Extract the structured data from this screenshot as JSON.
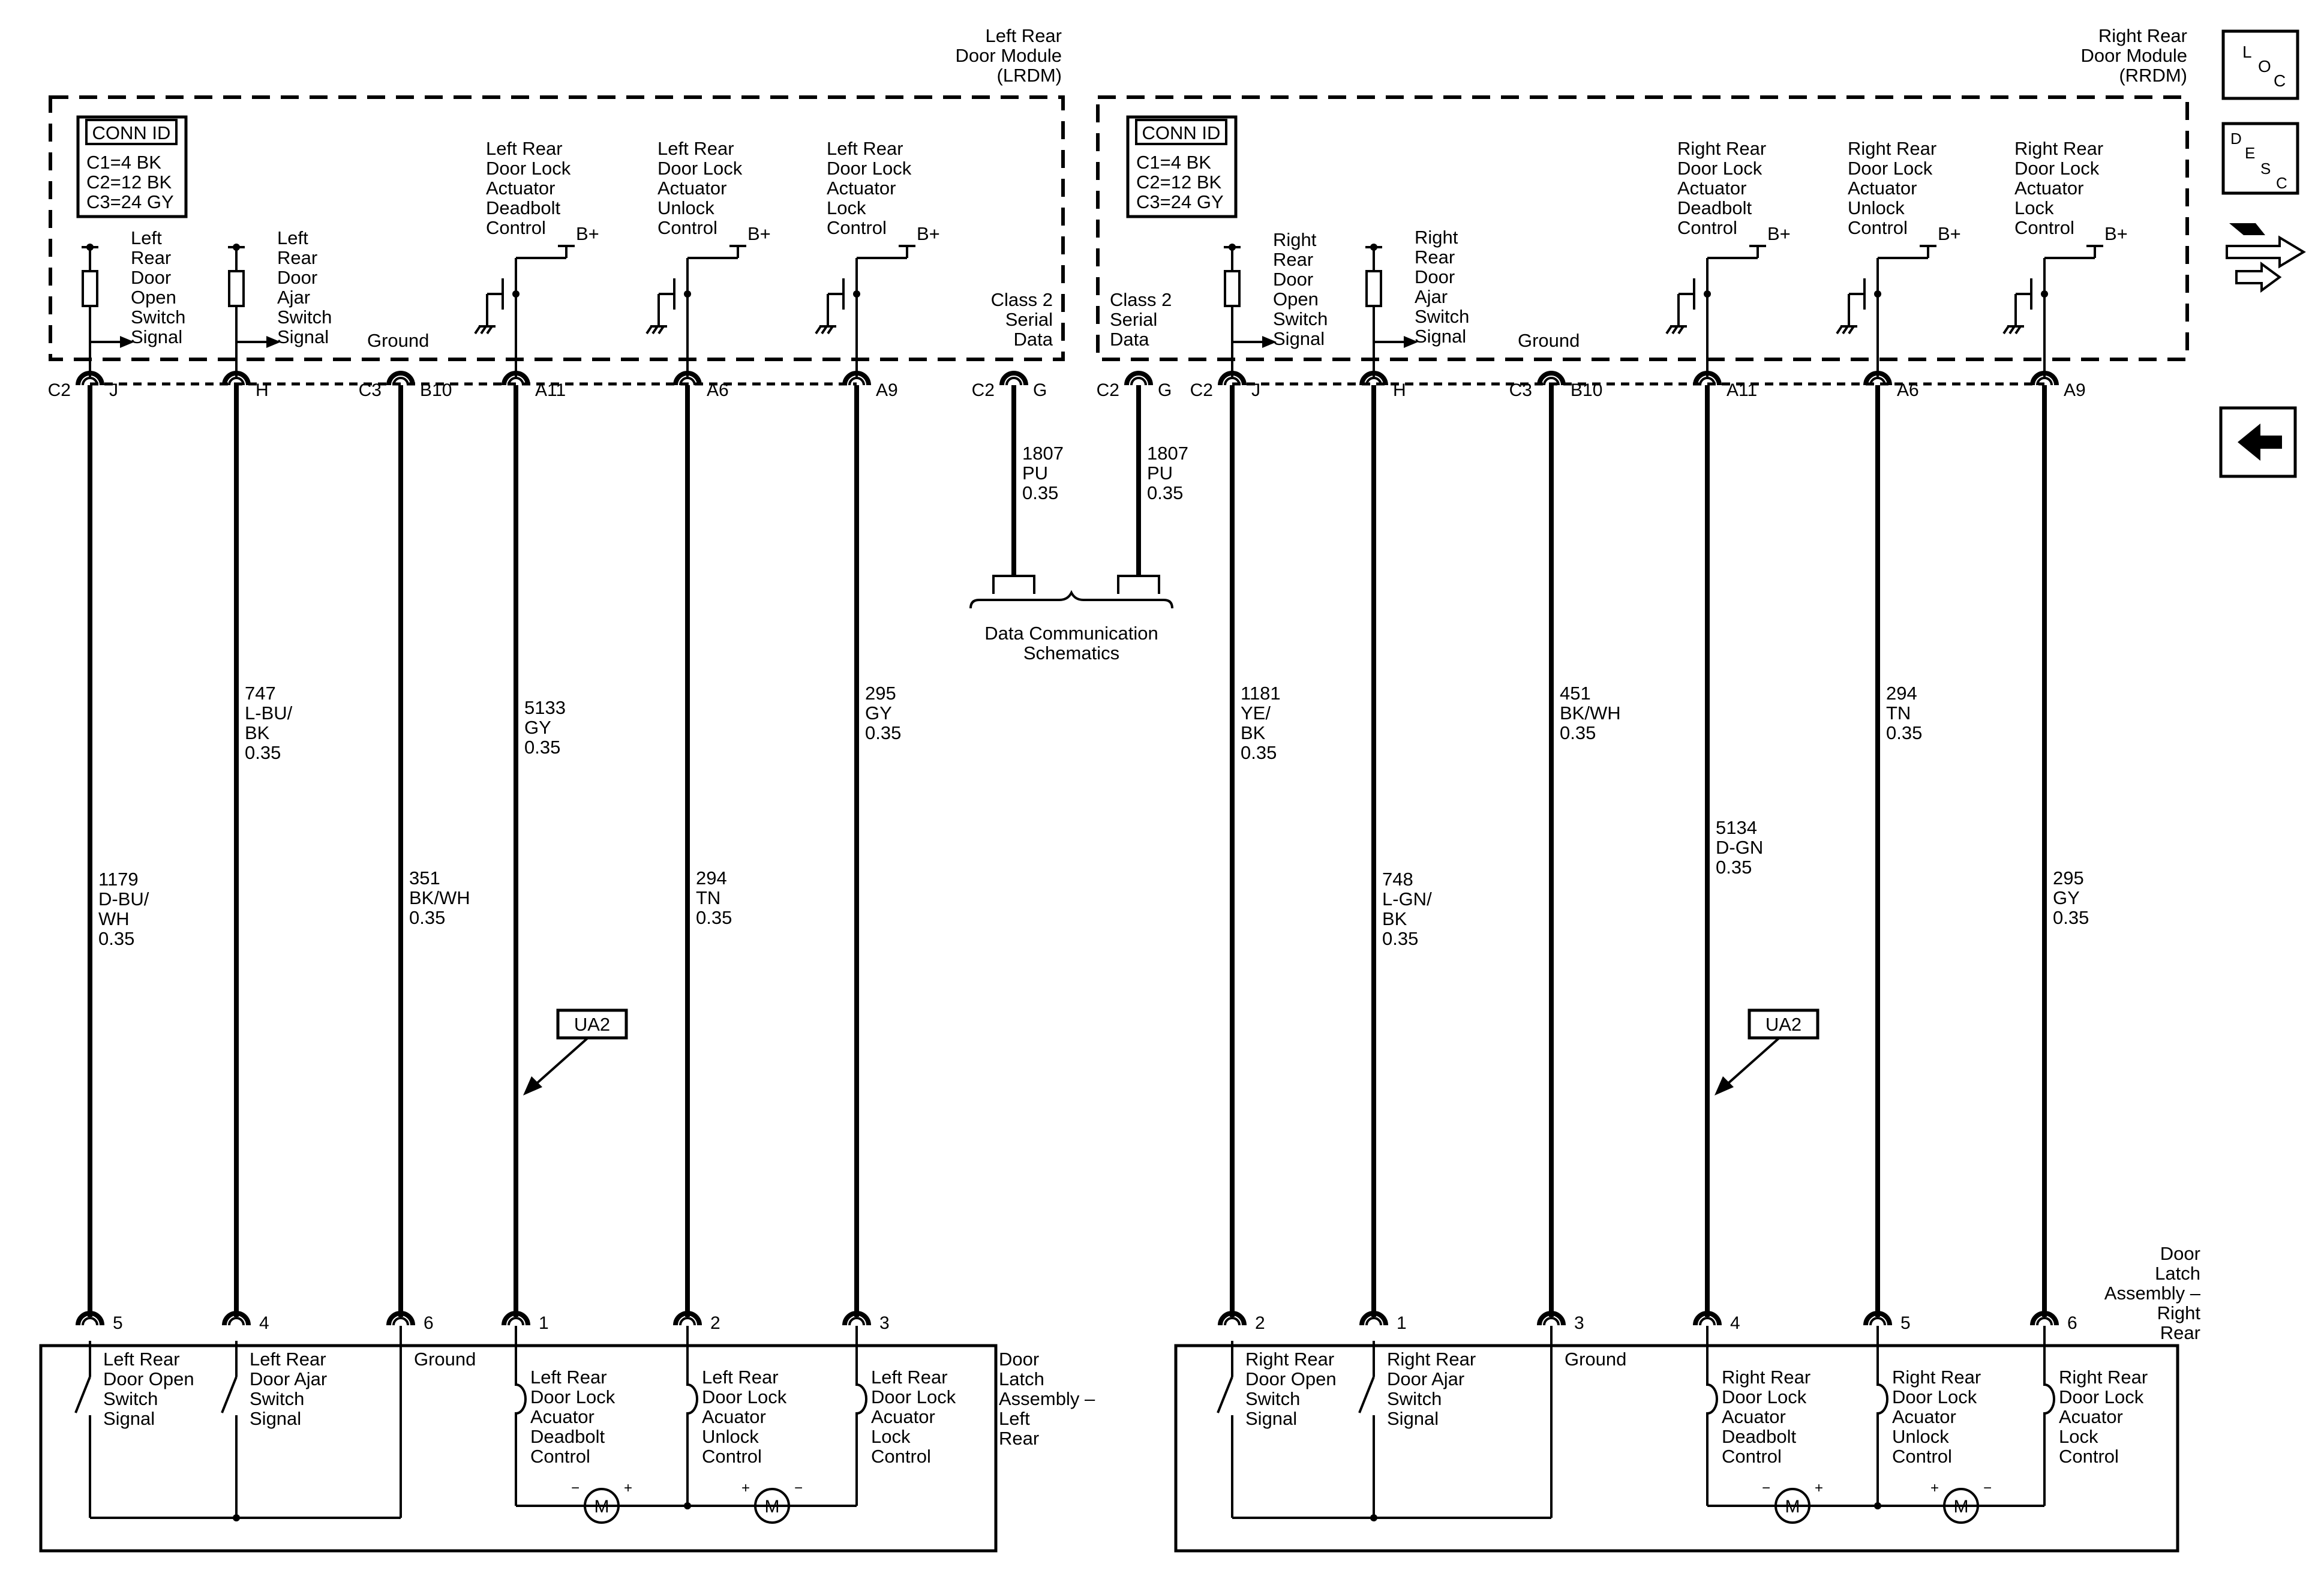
{
  "modules": {
    "left": {
      "title": [
        "Left Rear",
        "Door Module",
        "(LRDM)"
      ],
      "conn_id": {
        "header": "CONN ID",
        "lines": [
          "C1=4 BK",
          "C2=12 BK",
          "C3=24 GY"
        ]
      },
      "labels": {
        "door_open": [
          "Left",
          "Rear",
          "Door",
          "Open",
          "Switch",
          "Signal"
        ],
        "door_ajar": [
          "Left",
          "Rear",
          "Door",
          "Ajar",
          "Switch",
          "Signal"
        ],
        "ground": "Ground",
        "deadbolt": [
          "Left Rear",
          "Door Lock",
          "Actuator",
          "Deadbolt",
          "Control"
        ],
        "unlock": [
          "Left Rear",
          "Door Lock",
          "Actuator",
          "Unlock",
          "Control"
        ],
        "lock": [
          "Left Rear",
          "Door Lock",
          "Actuator",
          "Lock",
          "Control"
        ],
        "serial": [
          "Class 2",
          "Serial",
          "Data"
        ]
      },
      "connectors": {
        "door_open": [
          "C2",
          "J"
        ],
        "door_ajar": [
          "H"
        ],
        "ground": [
          "C3",
          "B10"
        ],
        "deadbolt": [
          "A11"
        ],
        "unlock": [
          "A6"
        ],
        "lock": [
          "A9"
        ],
        "serial": [
          "C2",
          "G"
        ]
      }
    },
    "right": {
      "title": [
        "Right Rear",
        "Door Module",
        "(RRDM)"
      ],
      "conn_id": {
        "header": "CONN ID",
        "lines": [
          "C1=4 BK",
          "C2=12 BK",
          "C3=24 GY"
        ]
      },
      "labels": {
        "door_open": [
          "Right",
          "Rear",
          "Door",
          "Open",
          "Switch",
          "Signal"
        ],
        "door_ajar": [
          "Right",
          "Rear",
          "Door",
          "Ajar",
          "Switch",
          "Signal"
        ],
        "ground": "Ground",
        "deadbolt": [
          "Right Rear",
          "Door Lock",
          "Actuator",
          "Deadbolt",
          "Control"
        ],
        "unlock": [
          "Right Rear",
          "Door Lock",
          "Actuator",
          "Unlock",
          "Control"
        ],
        "lock": [
          "Right Rear",
          "Door Lock",
          "Actuator",
          "Lock",
          "Control"
        ],
        "serial": [
          "Class 2",
          "Serial",
          "Data"
        ]
      },
      "connectors": {
        "door_open": [
          "C2",
          "J"
        ],
        "door_ajar": [
          "H"
        ],
        "ground": [
          "C3",
          "B10"
        ],
        "deadbolt": [
          "A11"
        ],
        "unlock": [
          "A6"
        ],
        "lock": [
          "A9"
        ],
        "serial": [
          "C2",
          "G"
        ]
      }
    }
  },
  "bplus": "B+",
  "wires": {
    "left_door_open": [
      "1179",
      "D-BU/",
      "WH",
      "0.35"
    ],
    "left_door_ajar": [
      "747",
      "L-BU/",
      "BK",
      "0.35"
    ],
    "left_ground": [
      "351",
      "BK/WH",
      "0.35"
    ],
    "left_deadbolt": [
      "5133",
      "GY",
      "0.35"
    ],
    "left_unlock": [
      "294",
      "TN",
      "0.35"
    ],
    "left_lock": [
      "295",
      "GY",
      "0.35"
    ],
    "left_serial": [
      "1807",
      "PU",
      "0.35"
    ],
    "right_serial": [
      "1807",
      "PU",
      "0.35"
    ],
    "right_door_open": [
      "1181",
      "YE/",
      "BK",
      "0.35"
    ],
    "right_door_ajar": [
      "748",
      "L-GN/",
      "BK",
      "0.35"
    ],
    "right_ground": [
      "451",
      "BK/WH",
      "0.35"
    ],
    "right_deadbolt": [
      "5134",
      "D-GN",
      "0.35"
    ],
    "right_unlock": [
      "294",
      "TN",
      "0.35"
    ],
    "right_lock": [
      "295",
      "GY",
      "0.35"
    ]
  },
  "data_comm": [
    "Data Communication",
    "Schematics"
  ],
  "ua2": "UA2",
  "latches": {
    "left": {
      "title": [
        "Door",
        "Latch",
        "Assembly –",
        "Left",
        "Rear"
      ],
      "pins": {
        "door_open": "5",
        "door_ajar": "4",
        "ground": "6",
        "deadbolt": "1",
        "unlock": "2",
        "lock": "3"
      },
      "labels": {
        "door_open": [
          "Left Rear",
          "Door Open",
          "Switch",
          "Signal"
        ],
        "door_ajar": [
          "Left Rear",
          "Door Ajar",
          "Switch",
          "Signal"
        ],
        "ground": "Ground",
        "deadbolt": [
          "Left Rear",
          "Door Lock",
          "Acuator",
          "Deadbolt",
          "Control"
        ],
        "unlock": [
          "Left Rear",
          "Door Lock",
          "Acuator",
          "Unlock",
          "Control"
        ],
        "lock": [
          "Left Rear",
          "Door Lock",
          "Acuator",
          "Lock",
          "Control"
        ]
      }
    },
    "right": {
      "title": [
        "Door",
        "Latch",
        "Assembly –",
        "Right",
        "Rear"
      ],
      "pins": {
        "door_open": "2",
        "door_ajar": "1",
        "ground": "3",
        "deadbolt": "4",
        "unlock": "5",
        "lock": "6"
      },
      "labels": {
        "door_open": [
          "Right Rear",
          "Door Open",
          "Switch",
          "Signal"
        ],
        "door_ajar": [
          "Right Rear",
          "Door Ajar",
          "Switch",
          "Signal"
        ],
        "ground": "Ground",
        "deadbolt": [
          "Right Rear",
          "Door Lock",
          "Acuator",
          "Deadbolt",
          "Control"
        ],
        "unlock": [
          "Right Rear",
          "Door Lock",
          "Acuator",
          "Unlock",
          "Control"
        ],
        "lock": [
          "Right Rear",
          "Door Lock",
          "Acuator",
          "Lock",
          "Control"
        ]
      }
    }
  },
  "motor": {
    "symbol": "M",
    "minus": "−",
    "plus": "+"
  },
  "nav": {
    "loc": [
      "L",
      "O",
      "C"
    ],
    "desc": [
      "D",
      "E",
      "S",
      "C"
    ],
    "connector_icon": "connector-view-icon",
    "back_icon": "back-arrow-icon"
  }
}
